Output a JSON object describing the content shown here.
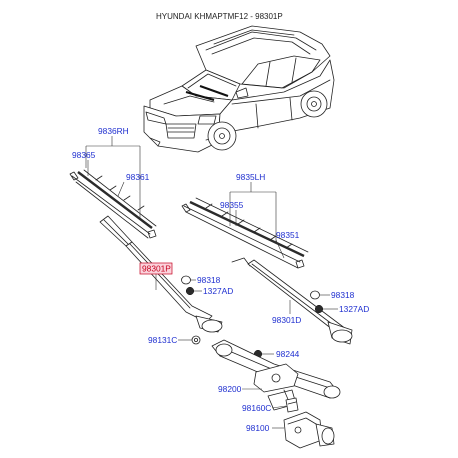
{
  "header": {
    "title": "HYUNDAI KHMAPTMF12 - 98301P"
  },
  "parts": {
    "p9836RH": "9836RH",
    "p98365": "98365",
    "p98361": "98361",
    "p9835LH": "9835LH",
    "p98355": "98355",
    "p98351": "98351",
    "p98301P": "98301P",
    "p98318a": "98318",
    "p1327ADa": "1327AD",
    "p98318b": "98318",
    "p1327ADb": "1327AD",
    "p98301D": "98301D",
    "p98131C": "98131C",
    "p98244": "98244",
    "p98200": "98200",
    "p98160C": "98160C",
    "p98100": "98100"
  },
  "colors": {
    "link": "#1f2fd0",
    "highlight": "#c4001e",
    "highlight_fill": "#fbd3dc",
    "ink": "#222222"
  }
}
